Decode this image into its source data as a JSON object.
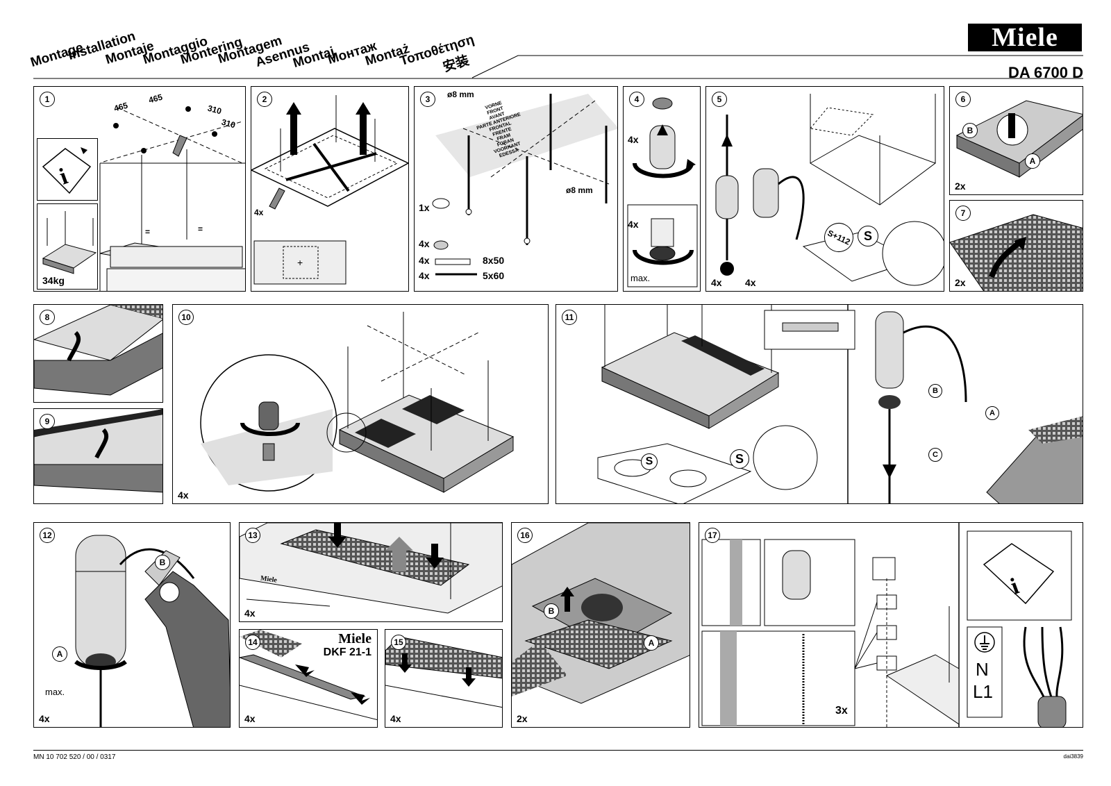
{
  "header": {
    "title_words": [
      "Montage",
      "Installation",
      "Montaje",
      "Montaggio",
      "Montering",
      "Montagem",
      "Asennus",
      "Montaj",
      "Монтаж",
      "Montaż",
      "Τοποθέτηση",
      "安装"
    ],
    "brand": "Miele",
    "model": "DA 6700 D"
  },
  "steps": {
    "s1": {
      "num": "1",
      "dim1": "465",
      "dim2": "465",
      "dim3": "310",
      "dim4": "310",
      "eq1": "=",
      "eq2": "=",
      "weight": "34kg"
    },
    "s2": {
      "num": "2",
      "qty": "4x"
    },
    "s3": {
      "num": "3",
      "dia1": "ø8 mm",
      "dia2": "ø8 mm",
      "q1": "1x",
      "q2": "4x",
      "q3": "4x",
      "q4": "4x",
      "size1": "8x50",
      "size2": "5x60",
      "template_words": [
        "VORNE",
        "FRONT",
        "AVANT",
        "PARTE ANTERIORE",
        "FRONTAL",
        "FRENTE",
        "FRAM",
        "FORAN",
        "VOORKANT",
        "EDESSÄ"
      ]
    },
    "s4": {
      "num": "4",
      "q1": "4x",
      "q2": "4x",
      "max": "max."
    },
    "s5": {
      "num": "5",
      "q1": "4x",
      "q2": "4x",
      "dist": "S+112",
      "s": "S"
    },
    "s6": {
      "num": "6",
      "qty": "2x",
      "a": "A",
      "b": "B"
    },
    "s7": {
      "num": "7",
      "qty": "2x"
    },
    "s8": {
      "num": "8"
    },
    "s9": {
      "num": "9"
    },
    "s10": {
      "num": "10",
      "qty": "4x"
    },
    "s11": {
      "num": "11",
      "s1": "S",
      "s2": "S",
      "a": "A",
      "b": "B",
      "c": "C"
    },
    "s12": {
      "num": "12",
      "qty": "4x",
      "a": "A",
      "b": "B",
      "max": "max."
    },
    "s13": {
      "num": "13",
      "qty": "4x",
      "brand": "Miele"
    },
    "s14": {
      "num": "14",
      "qty": "4x",
      "brand": "Miele",
      "model": "DKF 21-1"
    },
    "s15": {
      "num": "15",
      "qty": "4x"
    },
    "s16": {
      "num": "16",
      "qty": "2x",
      "a": "A",
      "b": "B"
    },
    "s17": {
      "num": "17",
      "qty": "3x",
      "n": "N",
      "l1": "L1"
    }
  },
  "footer": {
    "doc_number": "MN 10 702 520 / 00 / 0317",
    "code": "dai3839"
  }
}
